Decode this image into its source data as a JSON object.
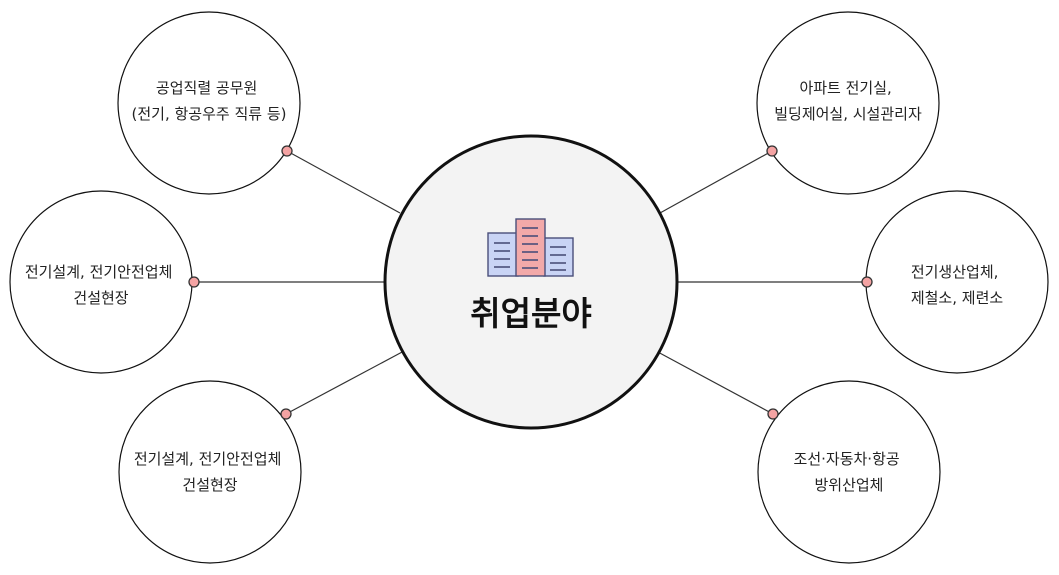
{
  "center": {
    "title": "취업분야",
    "icon": "office-buildings-icon"
  },
  "nodes": [
    {
      "id": "top-left",
      "lines": [
        "공업직렬 공무원",
        "(전기, 항공우주 직류 등)"
      ]
    },
    {
      "id": "middle-left",
      "lines": [
        "전기설계, 전기안전업체",
        "건설현장"
      ]
    },
    {
      "id": "bottom-left",
      "lines": [
        "전기설계, 전기안전업체",
        "건설현장"
      ]
    },
    {
      "id": "top-right",
      "lines": [
        "아파트 전기실,",
        "빌딩제어실, 시설관리자"
      ]
    },
    {
      "id": "middle-right",
      "lines": [
        "전기생산업체,",
        "제철소, 제련소"
      ]
    },
    {
      "id": "bottom-right",
      "lines": [
        "조선·자동차·항공",
        "방위산업체"
      ]
    }
  ],
  "colors": {
    "connector_dot": "#f4a3a3",
    "center_fill": "#f3f3f3",
    "building_blue": "#c9d4f5",
    "building_red": "#f2a9a9"
  }
}
